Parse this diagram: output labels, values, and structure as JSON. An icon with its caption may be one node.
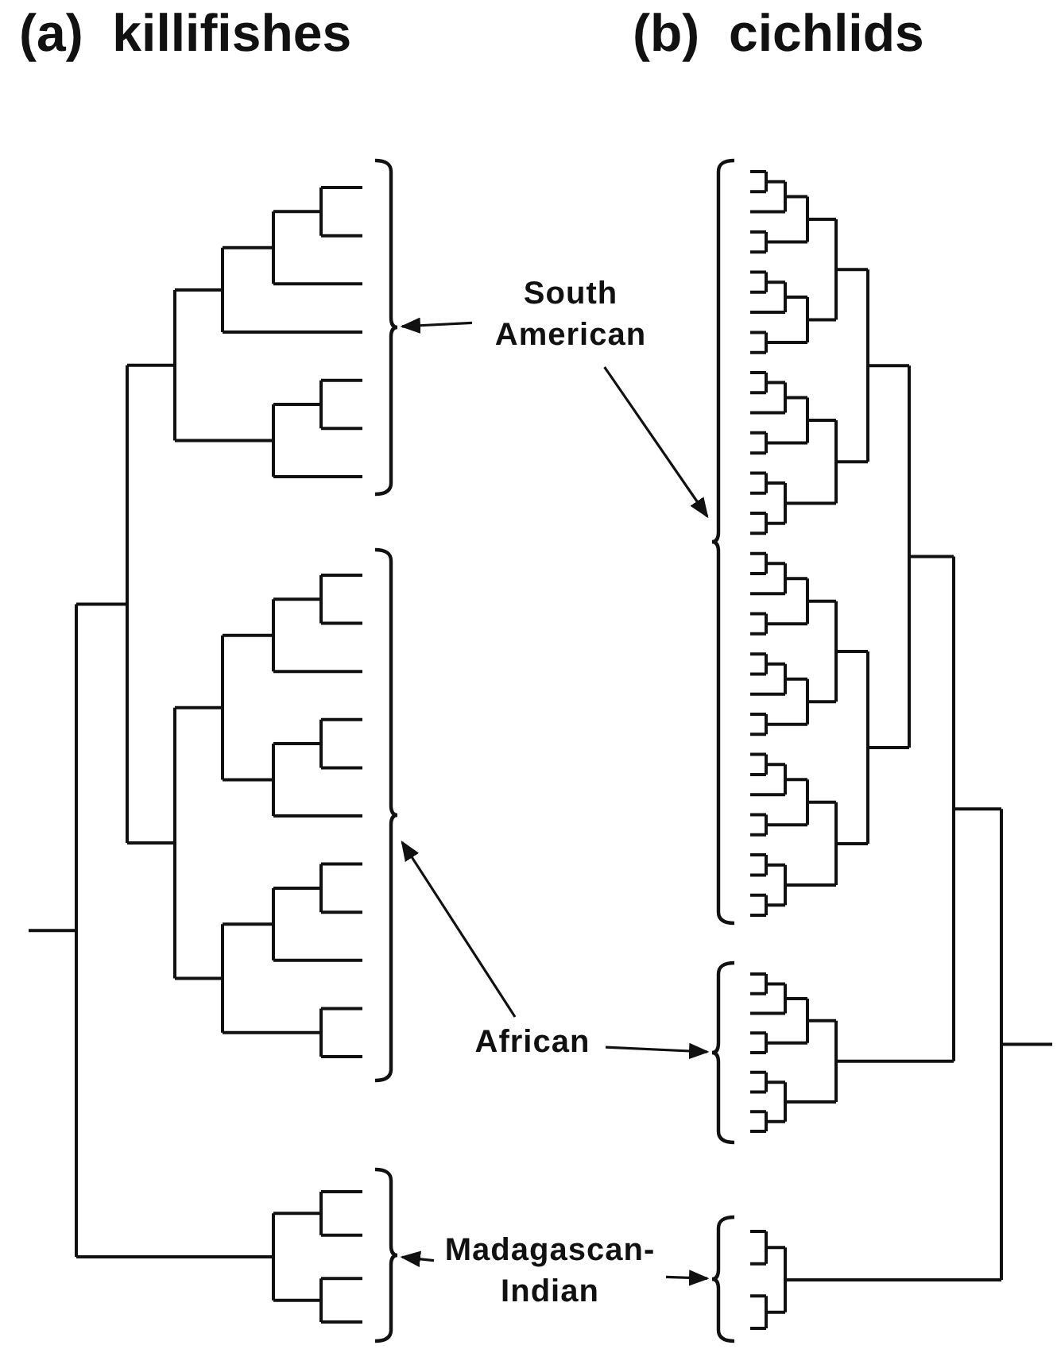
{
  "diagram": {
    "nodes": [
      {
        "text": [
          "South American"
        ]
      },
      {
        "text": [
          "African"
        ]
      },
      {
        "text": [
          "Madagascan-Indian"
        ]
      },
      {
        "text": [],
        "shape": "bracket"
      },
      {
        "text": [],
        "shape": "bracket"
      },
      {
        "text": [],
        "shape": "bracket"
      },
      {
        "text": [],
        "shape": "bracket"
      },
      {
        "text": [],
        "shape": "bracket"
      },
      {
        "text": [],
        "shape": "bracket"
      }
    ],
    "edges": [
      {
        "from": 0,
        "to": 3,
        "arrow": "to"
      },
      {
        "from": 0,
        "to": 6,
        "arrow": "to"
      },
      {
        "from": 1,
        "to": 4,
        "arrow": "to"
      },
      {
        "from": 1,
        "to": 7,
        "arrow": "to"
      },
      {
        "from": 2,
        "to": 5,
        "arrow": "to"
      },
      {
        "from": 2,
        "to": 8,
        "arrow": "to"
      }
    ],
    "labels": [
      "(a)  killifishes",
      "(b)  cichlids"
    ]
  }
}
